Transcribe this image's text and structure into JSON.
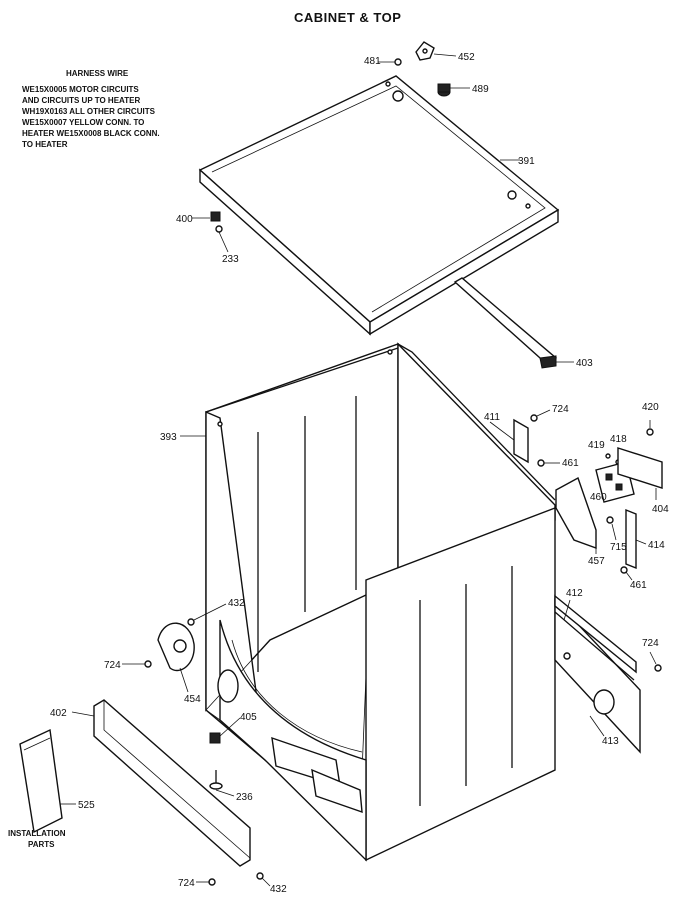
{
  "title": "CABINET & TOP",
  "note": {
    "heading": "HARNESS WIRE",
    "lines": [
      "WE15X0005 MOTOR CIRCUITS",
      "AND CIRCUITS UP TO HEATER",
      "WH19X0163 ALL OTHER CIRCUITS",
      "WE15X0007 YELLOW CONN. TO",
      "HEATER WE15X0008 BLACK CONN.",
      "TO HEATER"
    ]
  },
  "installation": [
    "INSTALLATION",
    "PARTS"
  ],
  "parts": {
    "p481": "481",
    "p452": "452",
    "p489": "489",
    "p391": "391",
    "p400": "400",
    "p233": "233",
    "p403": "403",
    "p393": "393",
    "p411": "411",
    "p724a": "724",
    "p420": "420",
    "p419": "419",
    "p418": "418",
    "p461a": "461",
    "p460": "460",
    "p404": "404",
    "p457": "457",
    "p715": "715",
    "p414": "414",
    "p461b": "461",
    "p412": "412",
    "p432a": "432",
    "p724b": "724",
    "p454": "454",
    "p724c": "724",
    "p413": "413",
    "p402": "402",
    "p405": "405",
    "p236": "236",
    "p525": "525",
    "p724d": "724",
    "p432b": "432"
  }
}
